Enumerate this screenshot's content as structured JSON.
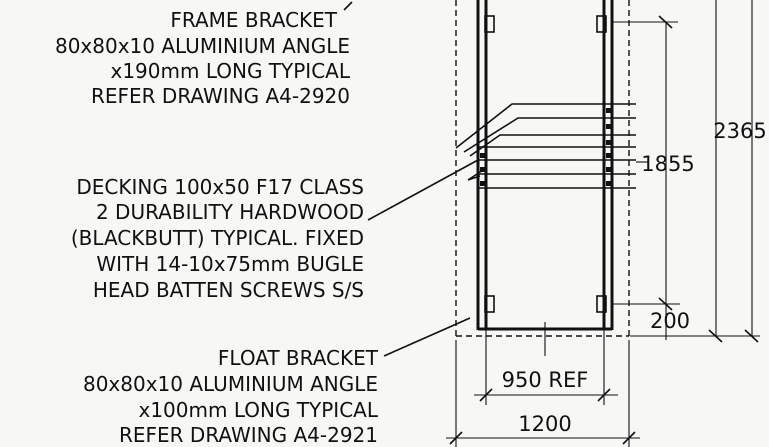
{
  "notes": {
    "frame_bracket": [
      "FRAME BRACKET",
      "80x80x10 ALUMINIUM ANGLE",
      "x190mm LONG TYPICAL",
      "REFER DRAWING A4-2920"
    ],
    "decking": [
      "DECKING 100x50 F17 CLASS",
      "2 DURABILITY HARDWOOD",
      "(BLACKBUTT) TYPICAL. FIXED",
      "WITH 14-10x75mm BUGLE",
      "HEAD BATTEN SCREWS S/S"
    ],
    "float_bracket": [
      "FLOAT BRACKET",
      "80x80x10 ALUMINIUM ANGLE",
      "x100mm LONG TYPICAL",
      "REFER DRAWING A4-2921"
    ]
  },
  "dimensions": {
    "overall_height": "2365",
    "deck_height": "1855",
    "bottom_offset": "200",
    "inner_width": "950 REF",
    "overall_width": "1200"
  },
  "colors": {
    "line": "#111111",
    "paper": "#f7f7f5"
  }
}
